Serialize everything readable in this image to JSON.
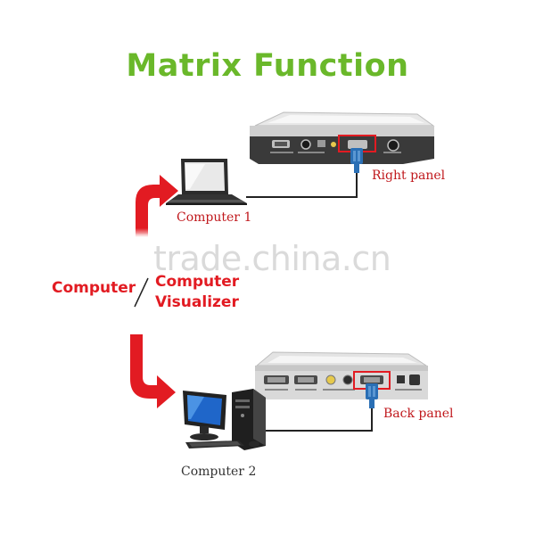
{
  "title": "Matrix Function",
  "labels": {
    "computer_1": "Computer 1",
    "computer_2": "Computer 2",
    "right_panel": "Right panel",
    "back_panel": "Back panel",
    "source_computer": "Computer",
    "source_visualizer_line1": "Computer",
    "source_visualizer_line2": "Visualizer"
  },
  "watermark": "trade.china.cn",
  "colors": {
    "title": "#6ab82a",
    "accent_red": "#e21b22",
    "caption_red": "#c0181c",
    "device_body": "#d9d9d9",
    "device_panel": "#3a3a3a",
    "vga_blue": "#2a6fb5",
    "cable": "#222222"
  },
  "icons": {
    "laptop": "laptop-icon",
    "desktop": "desktop-computer-icon",
    "visualizer_top": "visualizer-device-icon",
    "visualizer_bottom": "visualizer-device-icon",
    "arrow_up": "curved-arrow-right-icon",
    "arrow_down": "curved-arrow-down-right-icon"
  }
}
